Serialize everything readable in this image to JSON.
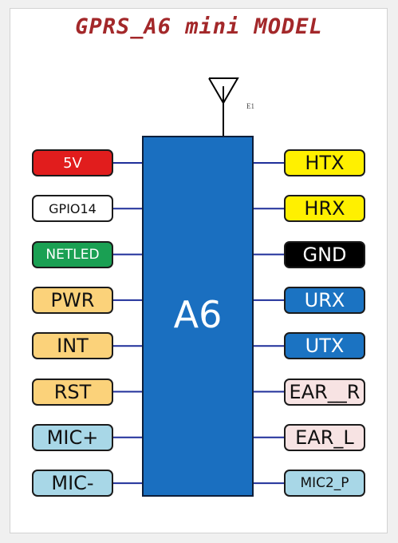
{
  "title": "GPRS_A6 mini MODEL",
  "chip": {
    "label": "A6",
    "color": "#1a6fc0"
  },
  "antenna_label": "E1",
  "left_pins": [
    {
      "label": "5V",
      "bg": "#e11d1d",
      "fg": "#ffffff"
    },
    {
      "label": "GPIO14",
      "bg": "#ffffff",
      "fg": "#111111"
    },
    {
      "label": "NETLED",
      "bg": "#1aa053",
      "fg": "#ffffff"
    },
    {
      "label": "PWR",
      "bg": "#fbd27a",
      "fg": "#111111"
    },
    {
      "label": "INT",
      "bg": "#fbd27a",
      "fg": "#111111"
    },
    {
      "label": "RST",
      "bg": "#fbd27a",
      "fg": "#111111"
    },
    {
      "label": "MIC+",
      "bg": "#a8d7e7",
      "fg": "#111111"
    },
    {
      "label": "MIC-",
      "bg": "#a8d7e7",
      "fg": "#111111"
    }
  ],
  "right_pins": [
    {
      "label": "HTX",
      "bg": "#fff000",
      "fg": "#111111"
    },
    {
      "label": "HRX",
      "bg": "#fff000",
      "fg": "#111111"
    },
    {
      "label": "GND",
      "bg": "#000000",
      "fg": "#ffffff"
    },
    {
      "label": "URX",
      "bg": "#1b73c2",
      "fg": "#ffffff"
    },
    {
      "label": "UTX",
      "bg": "#1b73c2",
      "fg": "#ffffff"
    },
    {
      "label": "EAR__R",
      "bg": "#f7e3e3",
      "fg": "#111111"
    },
    {
      "label": "EAR_L",
      "bg": "#f7e3e3",
      "fg": "#111111"
    },
    {
      "label": "MIC2_P",
      "bg": "#a8d7e7",
      "fg": "#111111"
    }
  ],
  "wire_color": "#1f2f9a"
}
